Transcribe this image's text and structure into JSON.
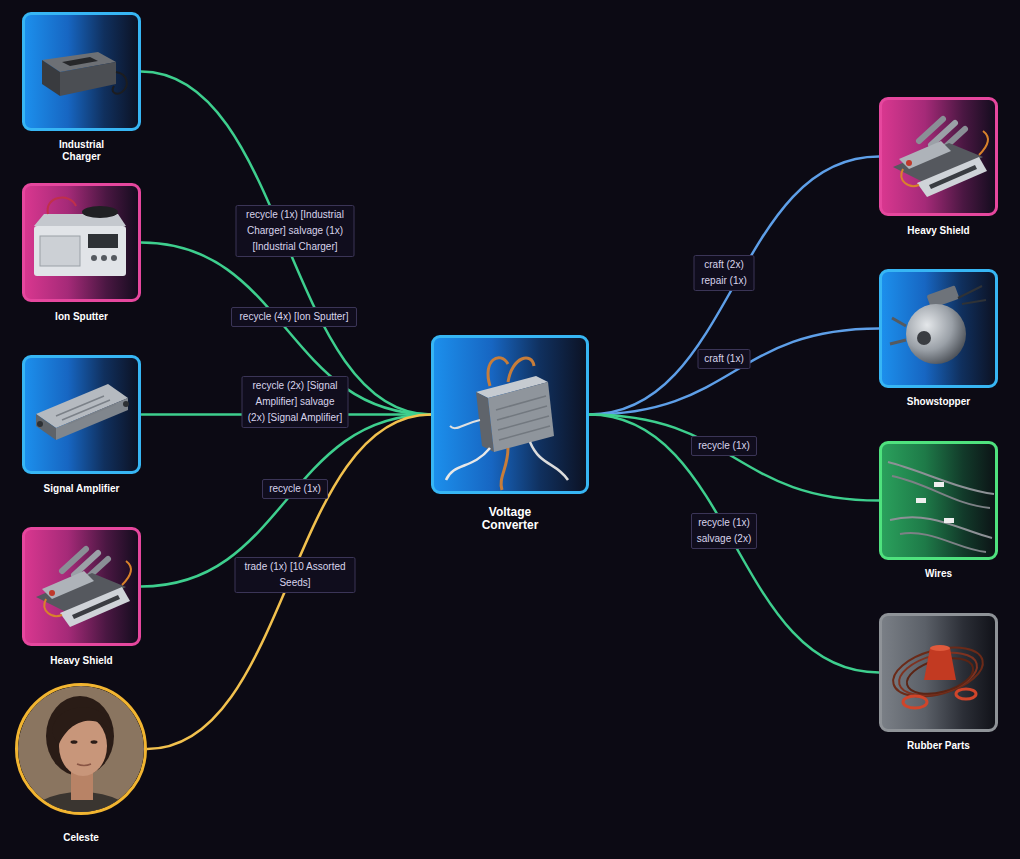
{
  "diagram": {
    "nodes": [
      {
        "text": [
          "Industrial Charger"
        ]
      },
      {
        "text": [
          "Ion Sputter"
        ]
      },
      {
        "text": [
          "Signal Amplifier"
        ]
      },
      {
        "text": [
          "Heavy Shield"
        ]
      },
      {
        "text": [
          "Celeste"
        ]
      },
      {
        "text": [
          "Voltage Converter"
        ]
      },
      {
        "text": [
          "Heavy Shield"
        ]
      },
      {
        "text": [
          "Showstopper"
        ]
      },
      {
        "text": [
          "Wires"
        ]
      },
      {
        "text": [
          "Rubber Parts"
        ]
      }
    ],
    "edges": [
      {
        "from": 0,
        "to": 5,
        "arrow": "none",
        "label": "recycle (1x) [Industrial Charger] salvage (1x) [Industrial Charger]"
      },
      {
        "from": 1,
        "to": 5,
        "arrow": "none",
        "label": "recycle (4x) [Ion Sputter]"
      },
      {
        "from": 2,
        "to": 5,
        "arrow": "none",
        "label": "recycle (2x) [Signal Amplifier] salvage (2x) [Signal Amplifier]"
      },
      {
        "from": 3,
        "to": 5,
        "arrow": "none",
        "label": "recycle (1x)"
      },
      {
        "from": 4,
        "to": 5,
        "arrow": "none",
        "label": "trade (1x) [10 Assorted Seeds]"
      },
      {
        "from": 5,
        "to": 6,
        "arrow": "none",
        "label": "craft (2x) repair (1x)"
      },
      {
        "from": 5,
        "to": 7,
        "arrow": "none",
        "label": "craft (1x)"
      },
      {
        "from": 5,
        "to": 8,
        "arrow": "none",
        "label": "recycle (1x)"
      },
      {
        "from": 5,
        "to": 9,
        "arrow": "none",
        "label": "recycle (1x) salvage (2x)"
      }
    ]
  }
}
